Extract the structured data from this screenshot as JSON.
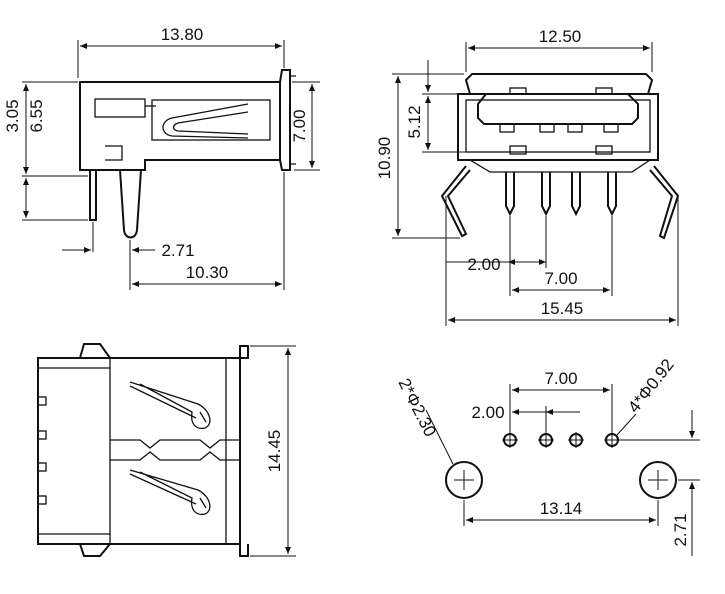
{
  "side_view": {
    "width": "13.80",
    "height": "7.00",
    "pin_offset": "3.05",
    "pin_length": "6.55",
    "pin_spacing": "2.71",
    "body_length": "10.30"
  },
  "front_view": {
    "width": "12.50",
    "total_height": "10.90",
    "port_height": "5.12",
    "pin_pitch": "2.00",
    "pin_span": "7.00",
    "foot_span": "15.45"
  },
  "top_view": {
    "width": "14.45"
  },
  "pcb_layout": {
    "mount_holes": "2*Φ2.30",
    "pin_holes": "4*Φ0.92",
    "pin_pitch": "2.00",
    "pin_span": "7.00",
    "hole_spacing": "13.14",
    "hole_offset": "2.71"
  }
}
